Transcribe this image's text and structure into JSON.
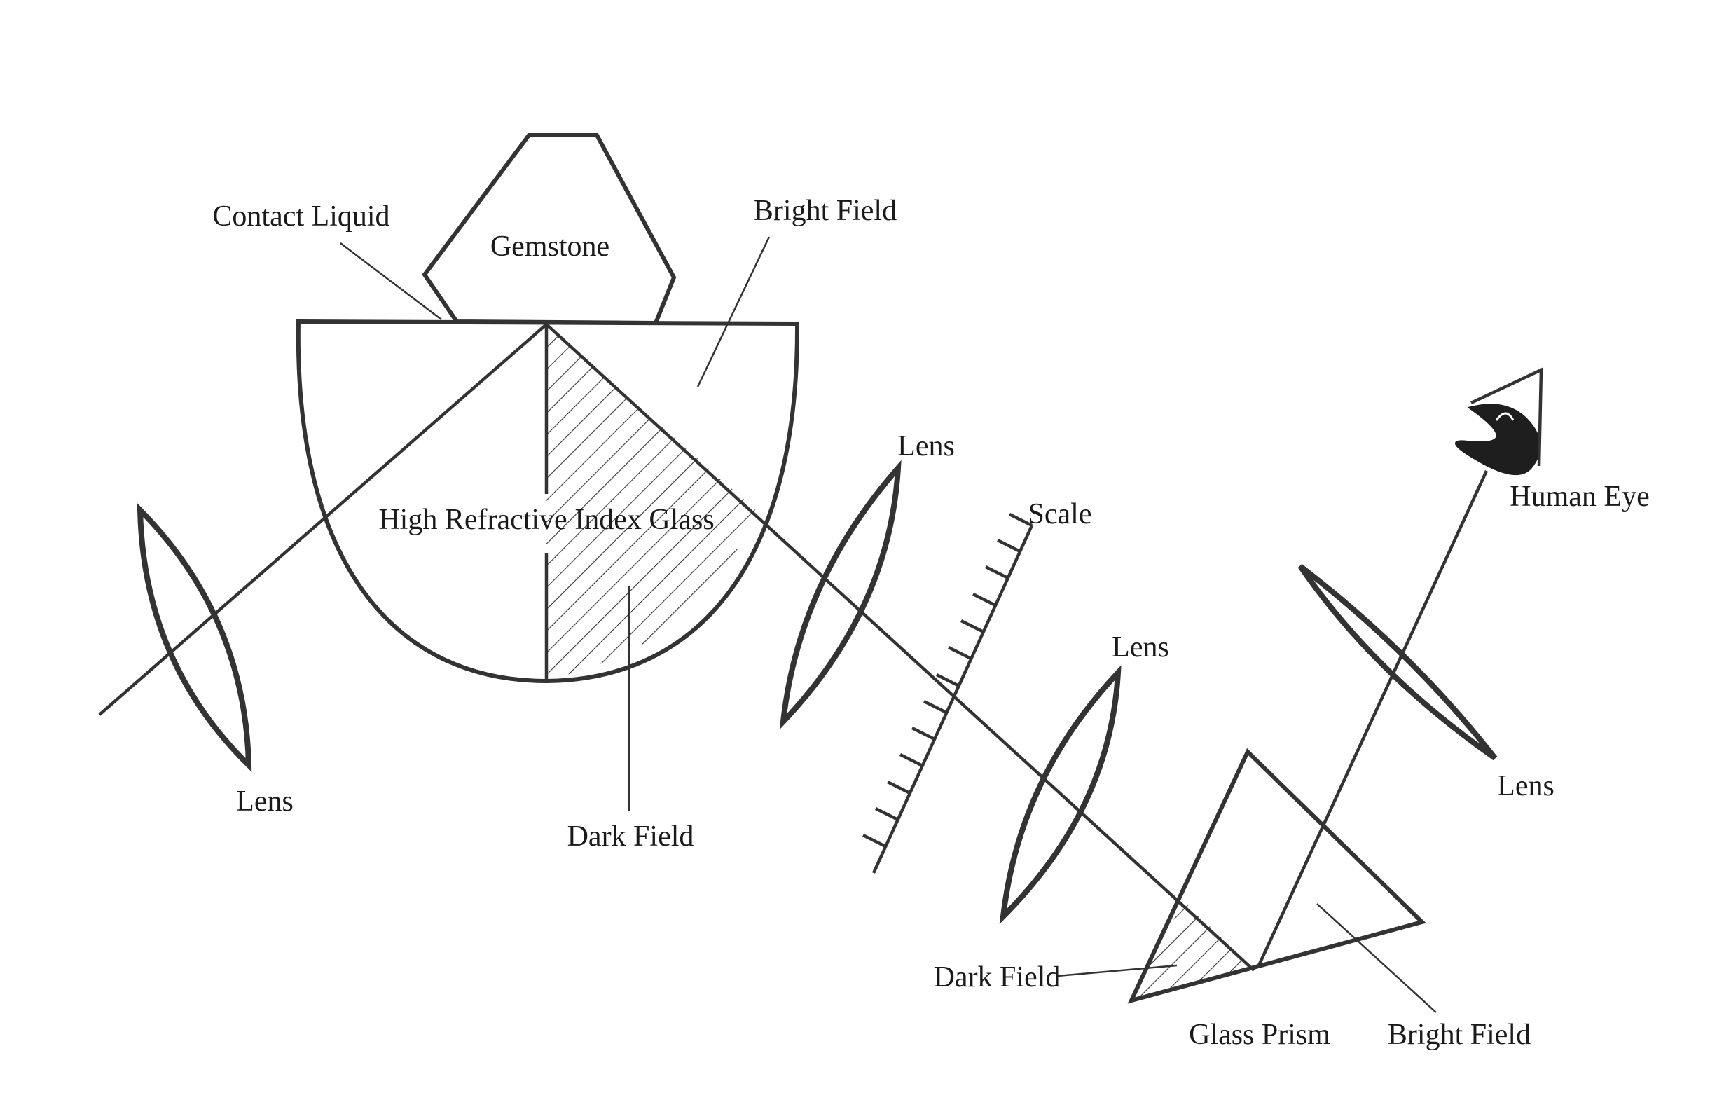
{
  "labels": {
    "gemstone": "Gemstone",
    "contact_liquid": "Contact Liquid",
    "bright_field_top": "Bright Field",
    "high_ri_glass": "High Refractive Index Glass",
    "dark_field_hemi": "Dark Field",
    "lens_left": "Lens",
    "lens_middle": "Lens",
    "scale": "Scale",
    "lens_lower": "Lens",
    "human_eye": "Human Eye",
    "lens_right": "Lens",
    "dark_field_prism": "Dark Field",
    "glass_prism": "Glass Prism",
    "bright_field_prism": "Bright Field"
  },
  "colors": {
    "line": "#333333",
    "text": "#1a1a1a",
    "background": "#ffffff"
  }
}
